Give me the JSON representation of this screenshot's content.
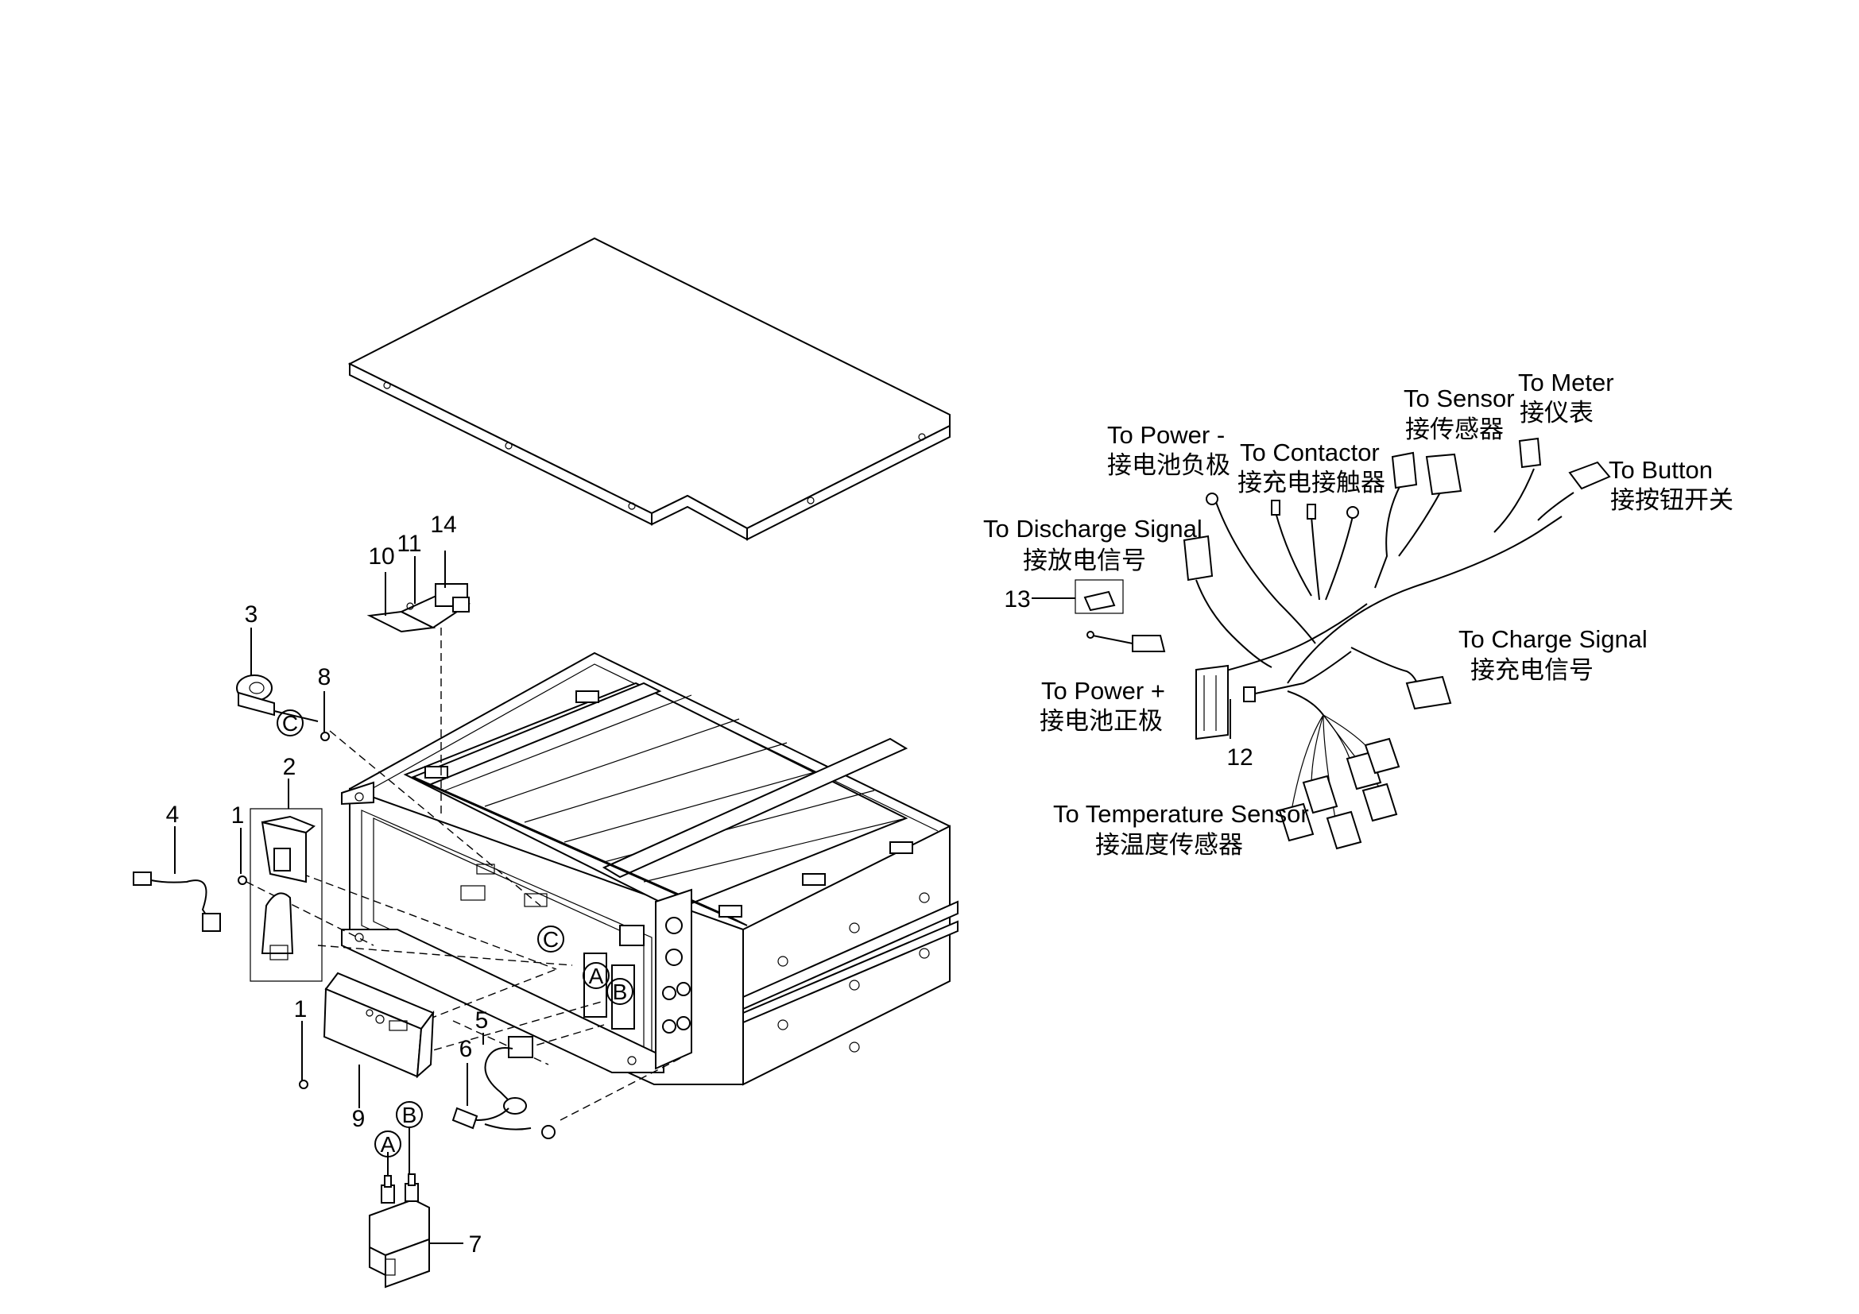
{
  "part_numbers": {
    "p1a": "1",
    "p1b": "1",
    "p2": "2",
    "p3": "3",
    "p4": "4",
    "p5": "5",
    "p6": "6",
    "p7": "7",
    "p8": "8",
    "p9": "9",
    "p10": "10",
    "p11": "11",
    "p12": "12",
    "p13": "13",
    "p14": "14"
  },
  "callouts": {
    "a": "A",
    "b": "B",
    "c": "C"
  },
  "harness_labels": {
    "power_neg": {
      "en": "To Power -",
      "cn": "接电池负极"
    },
    "contactor": {
      "en": "To Contactor",
      "cn": "接充电接触器"
    },
    "sensor": {
      "en": "To Sensor",
      "cn": "接传感器"
    },
    "meter": {
      "en": "To Meter",
      "cn": "接仪表"
    },
    "button": {
      "en": "To Button",
      "cn": "接按钮开关"
    },
    "discharge": {
      "en": "To Discharge Signal",
      "cn": "接放电信号"
    },
    "charge": {
      "en": "To Charge Signal",
      "cn": "接充电信号"
    },
    "power_pos": {
      "en": "To Power +",
      "cn": "接电池正极"
    },
    "temperature": {
      "en": "To Temperature Sensor",
      "cn": "接温度传感器"
    }
  }
}
